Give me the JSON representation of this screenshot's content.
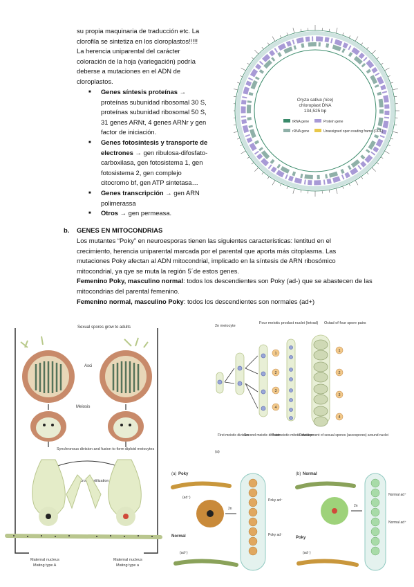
{
  "intro_lines": [
    "su propia maquinaria de traducción etc. La",
    "clorofila se sintetiza en los cloroplastos!!!!!",
    "La herencia uniparental del carácter",
    "coloración de la hoja (variegación) podría",
    "deberse a mutaciones en el ADN de",
    "cloroplastos."
  ],
  "bullets": [
    {
      "bold": "Genes síntesis proteínas",
      "lines": [
        "proteínas subunidad ribosomal 30 S,",
        "proteínas subunidad ribosomal 50 S,",
        "31 genes ARNt, 4 genes ARNr y gen",
        "factor de iniciación."
      ]
    },
    {
      "bold": "Genes fotosíntesis y transporte de",
      "bold2": "electrones",
      "lines": [
        "gen ribulosa-difosfato-",
        "carboxilasa, gen fotosistema 1, gen",
        "fotosistema 2, gen complejo",
        "citocromo bf, gen ATP sintetasa…"
      ]
    },
    {
      "bold": "Genes transcripción",
      "lines": [
        "gen ARN",
        "polimerassa"
      ]
    },
    {
      "bold": "Otros",
      "lines": [
        "gen permeasa."
      ]
    }
  ],
  "arrow": "→",
  "section_b": {
    "letter": "b.",
    "title": "GENES EN MITOCONDRIAS",
    "lines": [
      "Los mutantes “Poky” en neuroesporas tienen las siguientes características: lentitud en el",
      "crecimiento, herencia uniparental marcada por el parental que aporta más citoplasma. Las",
      "mutaciones Poky afectan al ADN mitocondrial, implicado en la síntesis de ARN ribosómico",
      "mitocondrial, ya qye se muta la región 5´de estos genes."
    ],
    "fem_bold": "Femenino Poky, masculino normal",
    "fem_text": ": todos los descendientes son Poky (ad-) que se abastecen de las",
    "fem_text2": "mitocondrias del parental femenino.",
    "male_bold": "Femenino normal, masculino Poky",
    "male_text": ": todos los descendientes son normales (ad+)"
  },
  "chloroplast_figure": {
    "organism": "Oryza sativa (rice)",
    "title": "chloroplast DNA",
    "size": "134,525 bp",
    "legend": [
      "tRNA gene",
      "Protein gene",
      "rRNA gene",
      "Unassigned open reading frame (ORF)"
    ],
    "colors": {
      "trna": "#3a8a6a",
      "protein": "#a89ad6",
      "rrna": "#8fb0a8",
      "orf": "#e8c84a"
    }
  },
  "neurospora_figure": {
    "sexual_spores": "Sexual spores grow to adults",
    "asci": "Asci",
    "meiosis": "Meiosis",
    "sync": "Synchronous division and fusion to form diploid meiocytes",
    "cross": "Cross-fertilization",
    "maternal_a_line1": "Maternal nucleus",
    "maternal_a_line2": "Mating type A",
    "maternal_b_line1": "Maternal nucleus",
    "maternal_b_line2": "Mating type a"
  },
  "meiosis_figure": {
    "meiocyte": "2n meiocyte",
    "four_products": "Four meiotic product nuclei (tetrad)",
    "octad": "Octad of four spore pairs",
    "numbers": [
      "1",
      "2",
      "3",
      "4"
    ],
    "first": "First meiotic division",
    "second": "Second meiotic division",
    "postmeiotic": "Postmeiotic mitotic division",
    "development": "Development of sexual spores (ascospores) around nuclei",
    "panel": "(a)"
  },
  "poky_figure": {
    "panel_a": "(a)",
    "poky": "Poky",
    "ad_minus": "(ad⁻)",
    "two_n": "2n",
    "normal": "Normal",
    "ad_plus": "(ad⁺)",
    "poky_ad": "Poky ad⁻",
    "panel_b": "(b)",
    "normal_ad": "Normal ad⁺"
  }
}
